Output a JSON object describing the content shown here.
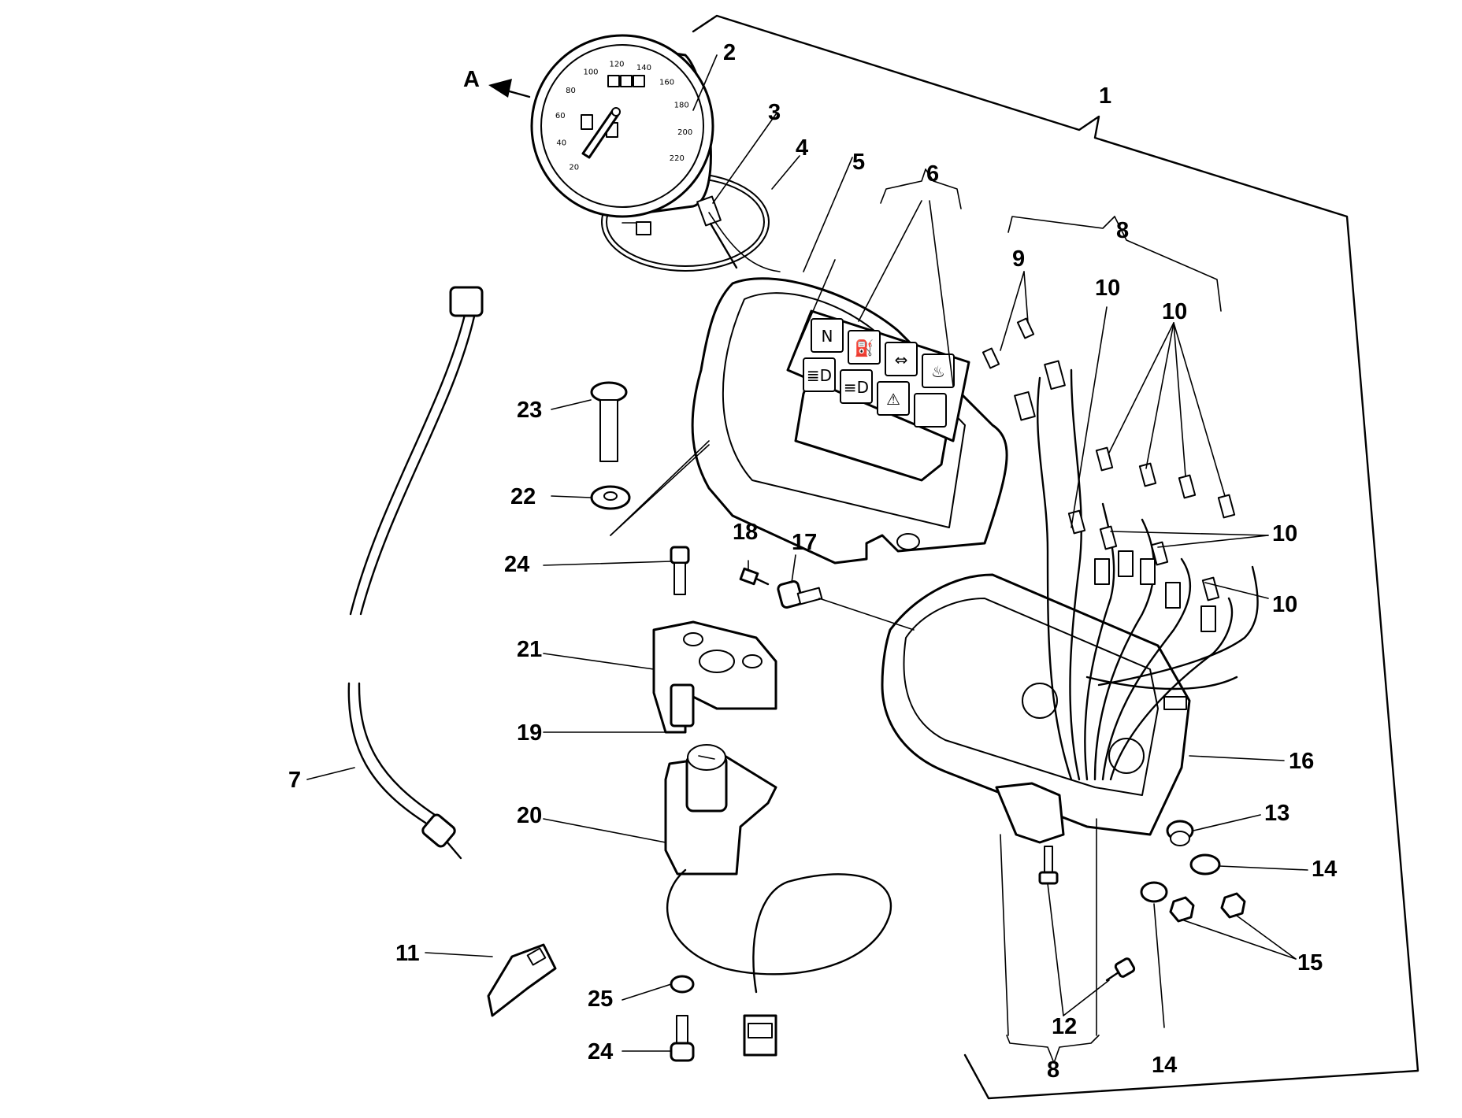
{
  "callouts": [
    {
      "id": "1",
      "label": "1"
    },
    {
      "id": "2",
      "label": "2"
    },
    {
      "id": "3",
      "label": "3"
    },
    {
      "id": "4",
      "label": "4"
    },
    {
      "id": "5",
      "label": "5"
    },
    {
      "id": "6",
      "label": "6"
    },
    {
      "id": "7",
      "label": "7"
    },
    {
      "id": "8a",
      "label": "8"
    },
    {
      "id": "8b",
      "label": "8"
    },
    {
      "id": "9",
      "label": "9"
    },
    {
      "id": "10a",
      "label": "10"
    },
    {
      "id": "10b",
      "label": "10"
    },
    {
      "id": "10c",
      "label": "10"
    },
    {
      "id": "10d",
      "label": "10"
    },
    {
      "id": "11",
      "label": "11"
    },
    {
      "id": "12",
      "label": "12"
    },
    {
      "id": "13",
      "label": "13"
    },
    {
      "id": "14a",
      "label": "14"
    },
    {
      "id": "14b",
      "label": "14"
    },
    {
      "id": "15",
      "label": "15"
    },
    {
      "id": "16",
      "label": "16"
    },
    {
      "id": "17",
      "label": "17"
    },
    {
      "id": "18",
      "label": "18"
    },
    {
      "id": "19",
      "label": "19"
    },
    {
      "id": "20",
      "label": "20"
    },
    {
      "id": "21",
      "label": "21"
    },
    {
      "id": "22",
      "label": "22"
    },
    {
      "id": "23",
      "label": "23"
    },
    {
      "id": "24a",
      "label": "24"
    },
    {
      "id": "24b",
      "label": "24"
    },
    {
      "id": "25",
      "label": "25"
    }
  ],
  "view_arrow": {
    "label": "A"
  },
  "speedometer": {
    "scale": [
      "20",
      "40",
      "60",
      "80",
      "100",
      "120",
      "140",
      "160",
      "180",
      "200",
      "220"
    ]
  },
  "warning_panel": {
    "symbols": [
      "N",
      "⛽",
      "⇔",
      "♨",
      "≣D",
      "≡D",
      "⚠",
      ""
    ]
  }
}
